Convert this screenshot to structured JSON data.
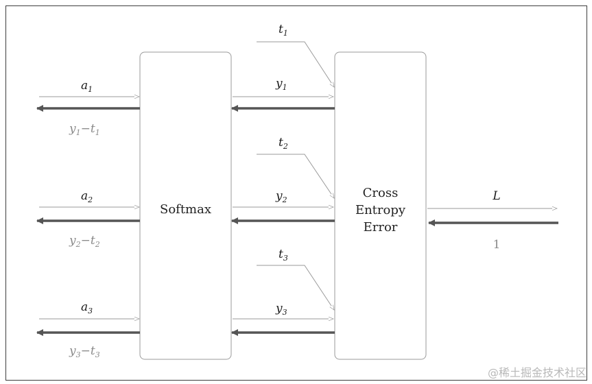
{
  "nodes": {
    "softmax": "Softmax",
    "cross_entropy": [
      "Cross",
      "Entropy",
      "Error"
    ]
  },
  "inputs": [
    {
      "name": "a",
      "sub": "1"
    },
    {
      "name": "a",
      "sub": "2"
    },
    {
      "name": "a",
      "sub": "3"
    }
  ],
  "softmax_outputs": [
    {
      "name": "y",
      "sub": "1"
    },
    {
      "name": "y",
      "sub": "2"
    },
    {
      "name": "y",
      "sub": "3"
    }
  ],
  "targets": [
    {
      "name": "t",
      "sub": "1"
    },
    {
      "name": "t",
      "sub": "2"
    },
    {
      "name": "t",
      "sub": "3"
    }
  ],
  "gradients": [
    {
      "y": "y",
      "y_sub": "1",
      "minus": "−",
      "t": "t",
      "t_sub": "1"
    },
    {
      "y": "y",
      "y_sub": "2",
      "minus": "−",
      "t": "t",
      "t_sub": "2"
    },
    {
      "y": "y",
      "y_sub": "3",
      "minus": "−",
      "t": "t",
      "t_sub": "3"
    }
  ],
  "loss": {
    "label": "L",
    "gradient": "1"
  },
  "watermark": "@稀土掘金技术社区",
  "colors": {
    "forward_arrow": "#9a9a9a",
    "backward_arrow": "#555555",
    "gradient_text": "#8a8a8a"
  }
}
